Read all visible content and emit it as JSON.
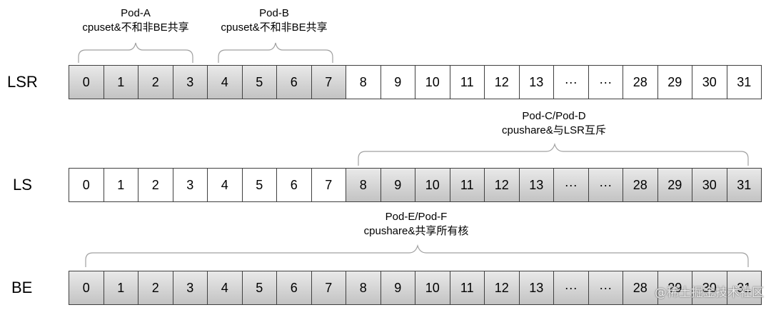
{
  "colors": {
    "shared": "#c8c8c8",
    "free": "#ffffff",
    "line": "#404040",
    "brace": "#a0a0a0"
  },
  "rows": [
    {
      "label": "LSR",
      "cells": [
        "0",
        "1",
        "2",
        "3",
        "4",
        "5",
        "6",
        "7",
        "8",
        "9",
        "10",
        "11",
        "12",
        "13",
        "···",
        "···",
        "28",
        "29",
        "30",
        "31"
      ],
      "shaded_ranges": [
        [
          0,
          7
        ]
      ]
    },
    {
      "label": "LS",
      "cells": [
        "0",
        "1",
        "2",
        "3",
        "4",
        "5",
        "6",
        "7",
        "8",
        "9",
        "10",
        "11",
        "12",
        "13",
        "···",
        "···",
        "28",
        "29",
        "30",
        "31"
      ],
      "shaded_ranges": [
        [
          8,
          19
        ]
      ]
    },
    {
      "label": "BE",
      "cells": [
        "0",
        "1",
        "2",
        "3",
        "4",
        "5",
        "6",
        "7",
        "8",
        "9",
        "10",
        "11",
        "12",
        "13",
        "···",
        "···",
        "28",
        "29",
        "30",
        "31"
      ],
      "shaded_ranges": [
        [
          0,
          19
        ]
      ]
    }
  ],
  "annotations": [
    {
      "name": "Pod-A",
      "line1": "Pod-A",
      "line2": "cpuset&不和非BE共享",
      "row": 0,
      "cells": [
        0,
        3
      ]
    },
    {
      "name": "Pod-B",
      "line1": "Pod-B",
      "line2": "cpuset&不和非BE共享",
      "row": 0,
      "cells": [
        4,
        7
      ]
    },
    {
      "name": "Pod-CD",
      "line1": "Pod-C/Pod-D",
      "line2": "cpushare&与LSR互斥",
      "row": 1,
      "cells": [
        8,
        19
      ]
    },
    {
      "name": "Pod-EF",
      "line1": "Pod-E/Pod-F",
      "line2": "cpushare&共享所有核",
      "row": 2,
      "cells": [
        0,
        19
      ]
    }
  ],
  "watermark": "@稀土掘金技术社区"
}
